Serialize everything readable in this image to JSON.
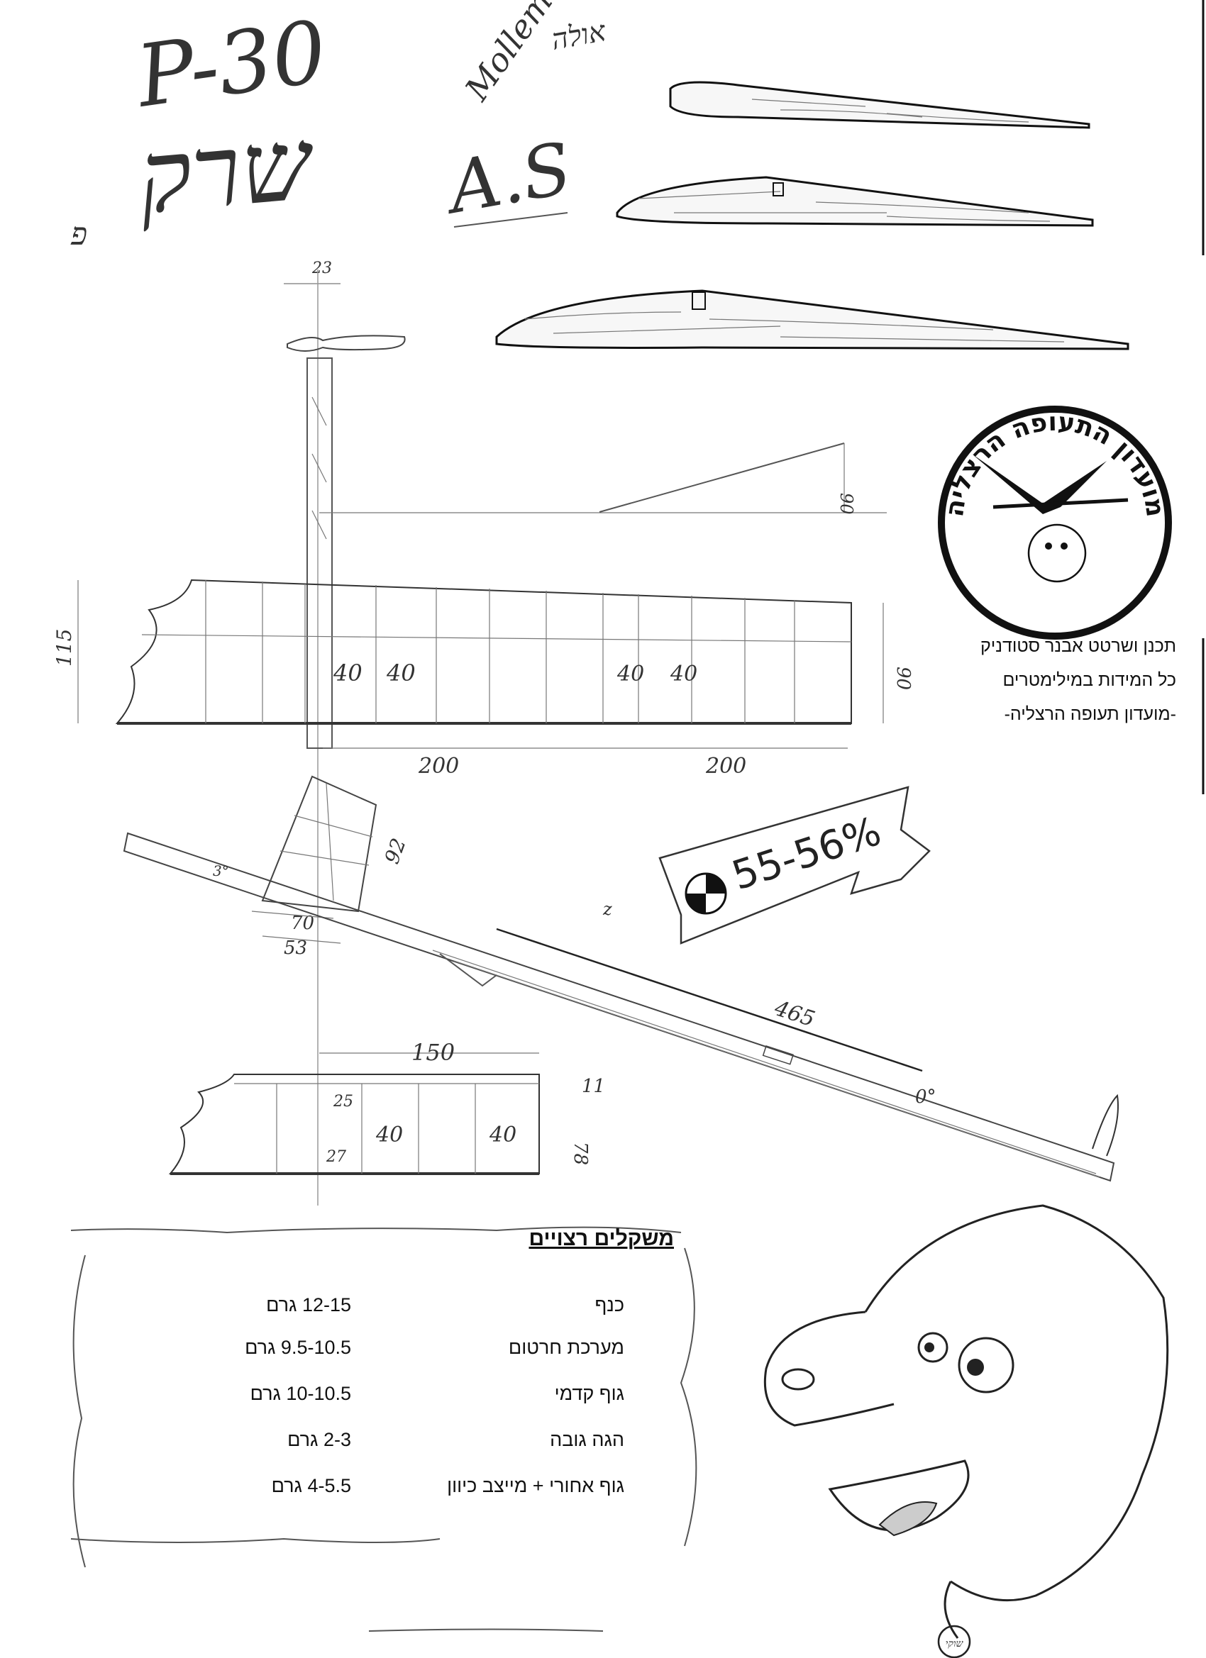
{
  "title_handwritten": {
    "line1": "P-30",
    "line2": "שרק",
    "mark": "פ",
    "author_top": "אולה",
    "author_sig": "Mollem",
    "initials": "A.S"
  },
  "dimensions": {
    "prop_width": "23",
    "dihedral": "90",
    "wing_root_chord": "115",
    "wing_tip_chord": "90",
    "rib_spacing": [
      "40",
      "40",
      "40",
      "40"
    ],
    "half_span_left": "200",
    "half_span_right": "200",
    "fin_height": "92",
    "fin_base": "70",
    "fin_base2": "53",
    "motor_stick_length": "465",
    "thrust_mark": "3°",
    "stab_half_span": "150",
    "stab_le_offset": "11",
    "stab_chord": "78",
    "stab_root_a": "25",
    "stab_root_b": "27",
    "stab_rib_a": "40",
    "stab_rib_b": "40",
    "tail_angle": "0°",
    "cg_mark": "z"
  },
  "cg_tag": "55-56%",
  "logo": {
    "text": "מועדון התעופה הרצליה"
  },
  "credits": [
    "תכנן ושרטט אבנר סטודניק",
    "כל המידות במילימטרים",
    "-מועדון תעופה הרצליה-"
  ],
  "weights": {
    "title": "משקלים רצויים",
    "rows": [
      {
        "item": "כנף",
        "value": "12-15 גרם"
      },
      {
        "item": "מערכת חרטום",
        "value": "9.5-10.5 גרם"
      },
      {
        "item": "גוף קדמי",
        "value": "10-10.5 גרם"
      },
      {
        "item": "הגה גובה",
        "value": "2-3 גרם"
      },
      {
        "item": "גוף אחורי + מייצב כיוון",
        "value": "4-5.5 גרם"
      }
    ]
  },
  "signature": "שוקי"
}
